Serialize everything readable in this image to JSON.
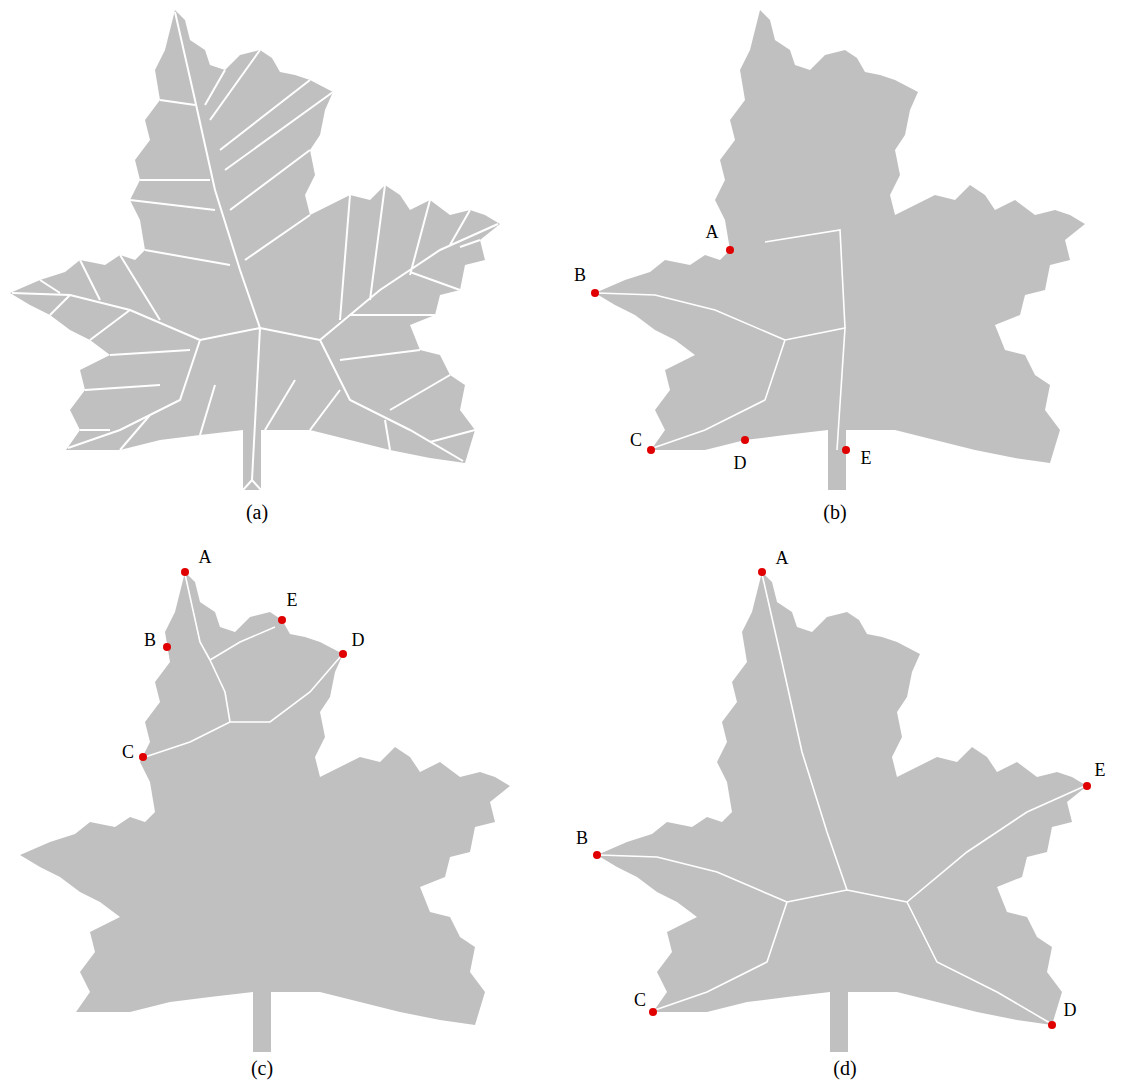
{
  "diagram": {
    "labels": [
      "(a)",
      "B",
      "A",
      "C",
      "D",
      "E",
      "(b)",
      "A",
      "B",
      "E",
      "D",
      "C",
      "(c)",
      "A",
      "B",
      "E",
      "C",
      "D",
      "(d)"
    ]
  }
}
